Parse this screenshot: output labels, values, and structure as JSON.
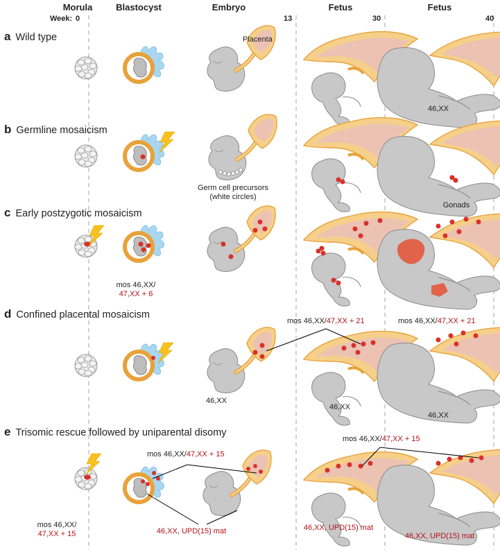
{
  "headers": {
    "week_label": "Week:",
    "stages": [
      "Morula",
      "Blastocyst",
      "Embryo",
      "Fetus",
      "Fetus"
    ],
    "weeks": [
      "0",
      "13",
      "30",
      "40"
    ]
  },
  "rows": [
    {
      "letter": "a",
      "title": "Wild type",
      "labels": {
        "placenta": "Placenta",
        "fetus_karyotype": "46,XX"
      }
    },
    {
      "letter": "b",
      "title": "Germline mosaicism",
      "labels": {
        "germ_cells_1": "Germ cell precursors",
        "germ_cells_2": "(white circles)",
        "gonads": "Gonads"
      }
    },
    {
      "letter": "c",
      "title": "Early postzygotic mosaicism",
      "labels": {
        "mos_1": "mos 46,XX/",
        "mos_2": "47,XX + 6"
      }
    },
    {
      "letter": "d",
      "title": "Confined placental mosaicism",
      "labels": {
        "mos_black": "mos 46,XX/",
        "mos_red": "47,XX + 21",
        "embryo_karyotype": "46,XX",
        "fetus1_karyotype": "46,XX",
        "fetus2_karyotype": "46,XX"
      }
    },
    {
      "letter": "e",
      "title": "Trisomic rescue followed by uniparental disomy",
      "labels": {
        "mos_black": "mos 46,XX/",
        "mos_red": "47,XX + 15",
        "upd": "46,XX, UPD(15) mat",
        "morula_1": "mos 46,XX/",
        "morula_2": "47,XX + 15"
      }
    }
  ],
  "colors": {
    "placenta_fill": "#f6d08a",
    "placenta_stroke": "#e8a23a",
    "placenta_inner": "#ecc2b2",
    "embryo_fill": "#c8c8c8",
    "embryo_stroke": "#8a8a8a",
    "cell_red": "#d9312b",
    "trophoblast_blue": "#a9d7ef",
    "lightning": "#f7c21e",
    "mosaic_text_red": "#b31217"
  }
}
